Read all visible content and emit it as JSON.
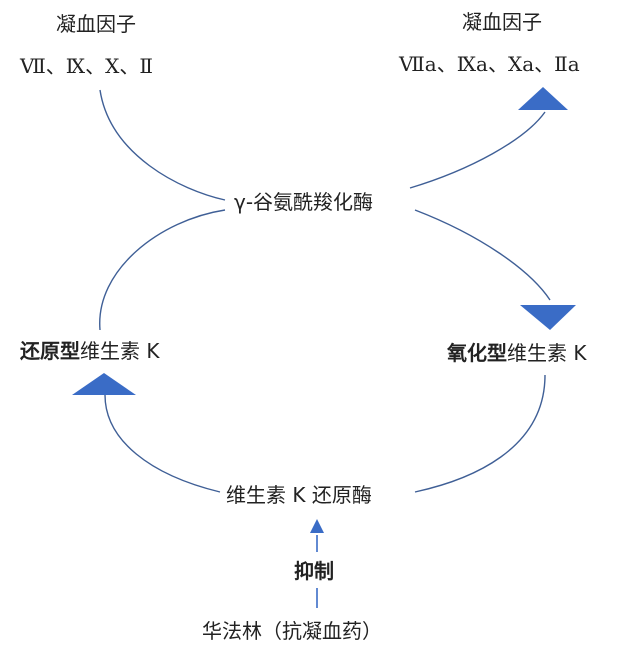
{
  "colors": {
    "curve": "#3f5f96",
    "arrow": "#3a6cc6",
    "text": "#222222"
  },
  "top_left": {
    "title": "凝血因子",
    "factors": "Ⅶ、Ⅸ、Ⅹ、Ⅱ"
  },
  "top_right": {
    "title": "凝血因子",
    "factors": "Ⅶa、Ⅸa、Ⅹa、Ⅱa"
  },
  "center": {
    "enzyme": "γ-谷氨酰羧化酶"
  },
  "left": {
    "bold": "还原型",
    "rest": "维生素 K"
  },
  "right": {
    "bold": "氧化型",
    "rest": "维生素 K"
  },
  "bottom": {
    "enzyme": "维生素 K 还原酶",
    "action": "抑制",
    "drug": "华法林（抗凝血药）"
  }
}
